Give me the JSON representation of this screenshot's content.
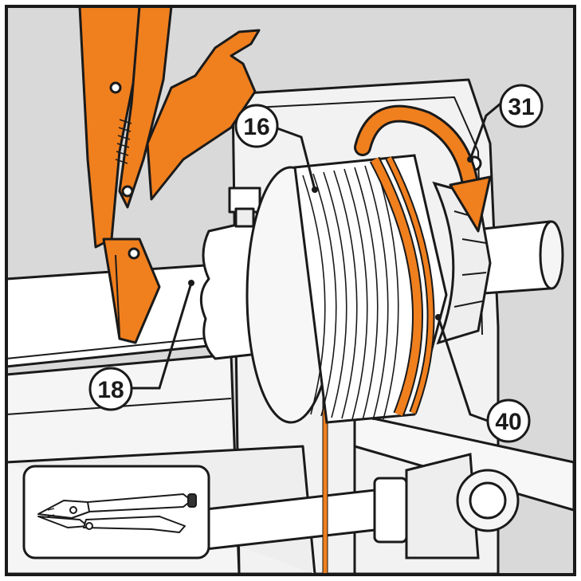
{
  "figure": {
    "callouts": [
      {
        "id": "c16",
        "label": "16"
      },
      {
        "id": "c31",
        "label": "31"
      },
      {
        "id": "c18",
        "label": "18"
      },
      {
        "id": "c40",
        "label": "40"
      }
    ]
  },
  "colors": {
    "accent_orange": "#f07f1e",
    "outline": "#1a1a1a",
    "part_fill": "#ffffff",
    "shadow_fill": "#e6e6e6",
    "background_gray": "#d9d9d9"
  },
  "icons": {
    "main_tool": "locking-pliers-icon",
    "inset_tool": "locking-pliers-inset-icon",
    "rotation_direction": "curved-arrow-icon"
  }
}
